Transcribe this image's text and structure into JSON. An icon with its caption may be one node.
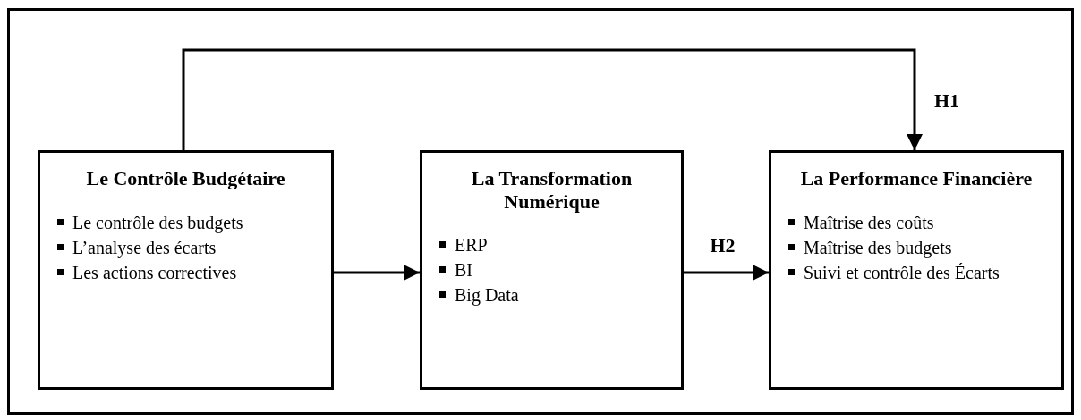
{
  "diagram": {
    "nodes": [
      {
        "text": [
          "Le Contrôle Budgétaire",
          "Le contrôle des budgets",
          "L’analyse des écarts",
          "Les actions correctives"
        ]
      },
      {
        "text": [
          "La Transformation Numérique",
          "ERP",
          "BI",
          "Big Data"
        ]
      },
      {
        "text": [
          "La Performance Financière",
          "Maîtrise des coûts",
          "Maîtrise des budgets",
          "Suivi et contrôle des Écarts"
        ]
      }
    ],
    "edges": [
      {
        "from": 0,
        "to": 2,
        "arrow": "to",
        "label": "H1"
      },
      {
        "from": 0,
        "to": 1,
        "arrow": "to"
      },
      {
        "from": 1,
        "to": 2,
        "arrow": "to",
        "label": "H2"
      }
    ]
  }
}
